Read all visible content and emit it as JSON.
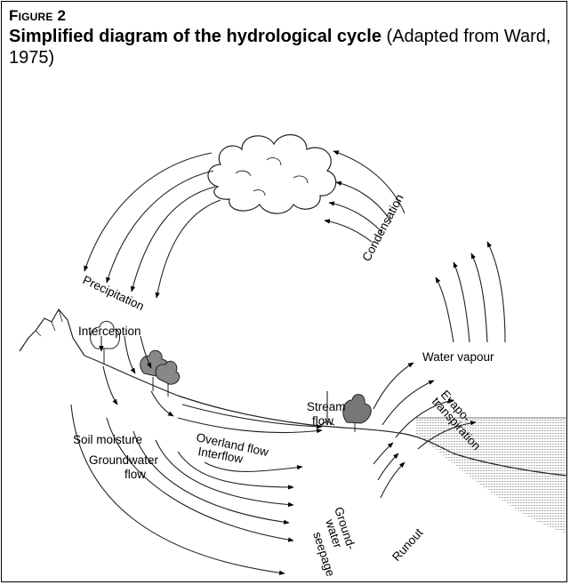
{
  "figure": {
    "label": "Figure 2",
    "title_bold": "Simplified diagram of the hydrological cycle",
    "title_rest": " (Adapted from Ward, 1975)"
  },
  "labels": {
    "condensation": "Condensation",
    "precipitation": "Precipitation",
    "interception": "Interception",
    "water_vapour": "Water vapour",
    "stream_flow_1": "Stream",
    "stream_flow_2": "flow",
    "evapo_1": "Evapo-",
    "evapo_2": "transpiration",
    "soil_moisture": "Soil moisture",
    "overland_flow": "Overland flow",
    "groundwater_flow_1": "Groundwater",
    "groundwater_flow_2": "flow",
    "interflow": "Interflow",
    "groundwater_seepage_1": "Ground-",
    "groundwater_seepage_2": "water",
    "groundwater_seepage_3": "seepage",
    "runout": "Runout"
  }
}
